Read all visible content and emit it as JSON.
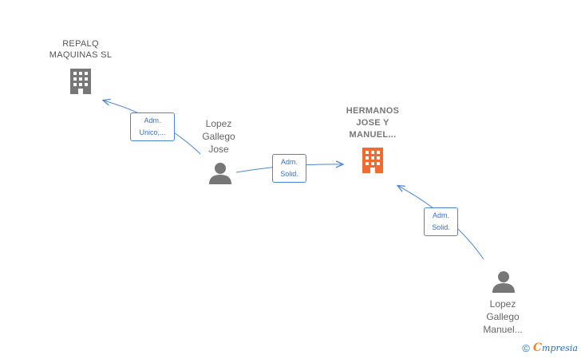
{
  "nodes": {
    "repalq": {
      "label": "REPALQ\nMAQUINAS SL",
      "icon": "building-icon",
      "color": "#777777"
    },
    "hermanos": {
      "label": "HERMANOS\nJOSE Y\nMANUEL...",
      "icon": "building-icon",
      "color": "#f26a30"
    },
    "lopez_jose": {
      "label": "Lopez\nGallego\nJose",
      "icon": "person-icon",
      "color": "#777777"
    },
    "lopez_manuel": {
      "label": "Lopez\nGallego\nManuel...",
      "icon": "person-icon",
      "color": "#777777"
    }
  },
  "edges": [
    {
      "from": "lopez_jose",
      "to": "repalq",
      "label": "Adm.\nUnico,..."
    },
    {
      "from": "lopez_jose",
      "to": "hermanos",
      "label": "Adm.\nSolid."
    },
    {
      "from": "lopez_manuel",
      "to": "hermanos",
      "label": "Adm.\nSolid."
    }
  ],
  "colors": {
    "edge": "#4a86d8",
    "accent": "#f26a30"
  },
  "brand": {
    "copyright_symbol": "©",
    "first_letter": "C",
    "rest": "mpresia"
  }
}
